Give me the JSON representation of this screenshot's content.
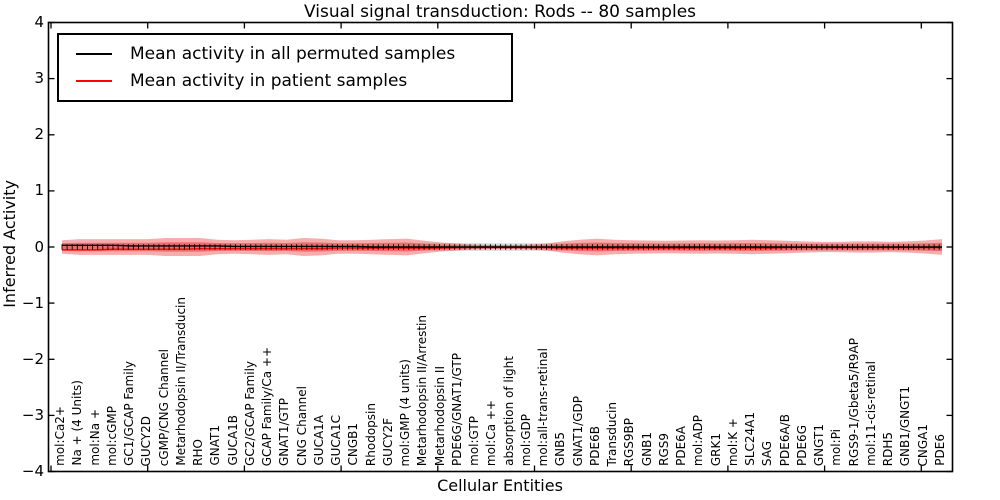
{
  "chart_data": {
    "type": "line",
    "title": "Visual signal transduction: Rods -- 80 samples",
    "xlabel": "Cellular Entities",
    "ylabel": "Inferred Activity",
    "ylim": [
      -4,
      4
    ],
    "ytick_values": [
      4,
      3,
      2,
      1,
      0,
      -1,
      -2,
      -3,
      -4
    ],
    "ytick_labels": [
      "4",
      "3",
      "2",
      "1",
      "0",
      "−1",
      "−2",
      "−3",
      "−4"
    ],
    "grid": false,
    "legend_position": "upper left",
    "categories": [
      "mol:Ca2+",
      "Na + (4 Units)",
      "mol:Na +",
      "mol:cGMP",
      "GC1/GCAP Family",
      "GUCY2D",
      "cGMP/CNG Channel",
      "Metarhodopsin II/Transducin",
      "RHO",
      "GNAT1",
      "GUCA1B",
      "GC2/GCAP Family",
      "GCAP Family/Ca ++",
      "GNAT1/GTP",
      "CNG Channel",
      "GUCA1A",
      "GUCA1C",
      "CNGB1",
      "Rhodopsin",
      "GUCY2F",
      "mol:GMP (4 units)",
      "Metarhodopsin II/Arrestin",
      "Metarhodopsin II",
      "PDE6G/GNAT1/GTP",
      "mol:GTP",
      "mol:Ca ++",
      "absorption of light",
      "mol:GDP",
      "mol:all-trans-retinal",
      "GNB5",
      "GNAT1/GDP",
      "PDE6B",
      "Transducin",
      "RGS9BP",
      "GNB1",
      "RGS9",
      "PDE6A",
      "mol:ADP",
      "GRK1",
      "mol:K +",
      "SLC24A1",
      "SAG",
      "PDE6A/B",
      "PDE6G",
      "GNGT1",
      "mol:Pi",
      "RGS9-1/Gbeta5/R9AP",
      "mol:11-cis-retinal",
      "RDH5",
      "GNB1/GNGT1",
      "CNGA1",
      "PDE6"
    ],
    "series": [
      {
        "name": "Mean activity in all permuted samples",
        "color": "#000000",
        "band_color": "#dcdcdc",
        "band_halfwidth_constant": 0.07,
        "values": [
          0.03,
          0.03,
          0.03,
          0.03,
          0.02,
          0.02,
          0.02,
          0.02,
          0.02,
          0.02,
          0.01,
          0.01,
          0.01,
          0.01,
          0.01,
          0.01,
          0.01,
          0.01,
          0.0,
          0.0,
          0.0,
          0.0,
          0.0,
          0.0,
          0.0,
          0.0,
          0.0,
          0.0,
          0.0,
          0.0,
          0.0,
          0.0,
          0.0,
          0.0,
          0.0,
          0.0,
          0.0,
          0.0,
          0.0,
          0.0,
          0.0,
          0.0,
          0.0,
          0.0,
          0.0,
          0.0,
          0.0,
          0.0,
          0.0,
          0.0,
          0.0,
          0.0
        ]
      },
      {
        "name": "Mean activity in patient samples",
        "color": "#ff0000",
        "band_color": "rgba(235,50,50,0.40)",
        "values": [
          -0.05,
          -0.05,
          -0.05,
          -0.04,
          -0.04,
          -0.04,
          -0.04,
          -0.04,
          -0.03,
          -0.03,
          -0.03,
          -0.03,
          -0.03,
          -0.03,
          -0.03,
          -0.03,
          -0.02,
          -0.02,
          -0.02,
          -0.02,
          -0.02,
          -0.02,
          -0.02,
          -0.01,
          -0.01,
          -0.01,
          -0.01,
          -0.01,
          -0.01,
          -0.02,
          -0.02,
          -0.02,
          -0.02,
          -0.02,
          -0.02,
          -0.02,
          -0.02,
          -0.02,
          -0.02,
          -0.02,
          -0.02,
          -0.02,
          -0.01,
          -0.01,
          -0.01,
          -0.01,
          -0.01,
          -0.01,
          -0.01,
          -0.01,
          -0.01,
          -0.01
        ],
        "band_halfwidths": [
          0.12,
          0.14,
          0.14,
          0.14,
          0.14,
          0.14,
          0.16,
          0.16,
          0.16,
          0.13,
          0.12,
          0.13,
          0.14,
          0.13,
          0.16,
          0.15,
          0.12,
          0.12,
          0.13,
          0.14,
          0.15,
          0.11,
          0.08,
          0.06,
          0.04,
          0.035,
          0.035,
          0.04,
          0.06,
          0.1,
          0.13,
          0.15,
          0.13,
          0.12,
          0.115,
          0.11,
          0.115,
          0.12,
          0.115,
          0.12,
          0.13,
          0.12,
          0.11,
          0.1,
          0.09,
          0.09,
          0.1,
          0.1,
          0.09,
          0.1,
          0.115,
          0.14
        ]
      }
    ]
  },
  "legend": {
    "items": [
      {
        "label": "Mean activity in all permuted samples",
        "color": "#000000"
      },
      {
        "label": "Mean activity in patient samples",
        "color": "#ff0000"
      }
    ]
  }
}
